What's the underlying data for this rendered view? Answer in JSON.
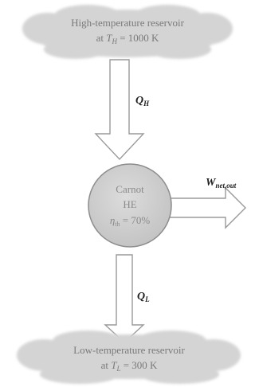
{
  "hot_reservoir": {
    "line1": "High-temperature reservoir",
    "line2_prefix": "at ",
    "temp_symbol": "T",
    "temp_subscript": "H",
    "line2_value": " = 1000 K"
  },
  "cold_reservoir": {
    "line1": "Low-temperature reservoir",
    "line2_prefix": "at ",
    "temp_symbol": "T",
    "temp_subscript": "L",
    "line2_value": " = 300 K"
  },
  "engine": {
    "line1": "Carnot",
    "line2": "HE",
    "eta_symbol": "η",
    "eta_subscript": "th",
    "eta_value": " = 70%"
  },
  "flows": {
    "heat_in_symbol": "Q",
    "heat_in_subscript": "H",
    "heat_out_symbol": "Q",
    "heat_out_subscript": "L",
    "work_symbol": "W",
    "work_subscript": "net,out"
  },
  "colors": {
    "cloud_fill": "#d6d6d6",
    "engine_fill": "#cfcfcf",
    "arrow_stroke": "#9a9a9a",
    "text_gray": "#7a7a7a"
  }
}
